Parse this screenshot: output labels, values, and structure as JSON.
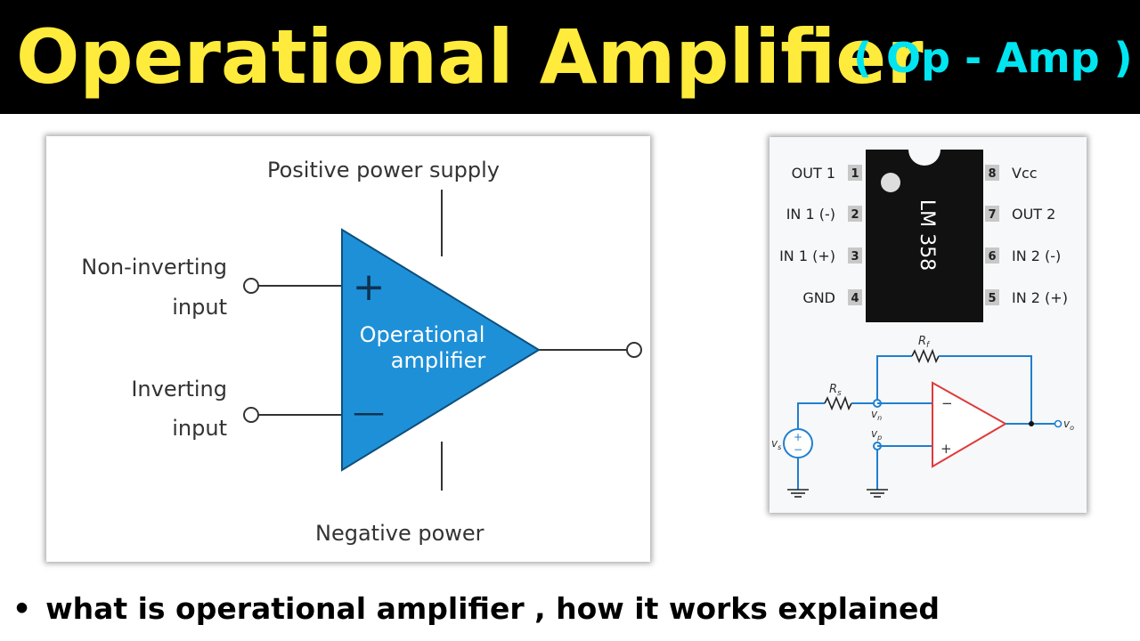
{
  "header": {
    "title": "Operational Amplifier",
    "subtitle": "( Op - Amp )",
    "title_color": "#ffeb3b",
    "subtitle_color": "#00e5f0",
    "background": "#000000"
  },
  "opamp_diagram": {
    "positive_supply_label": "Positive power supply",
    "negative_supply_label": "Negative power",
    "non_inverting_label_line1": "Non-inverting",
    "non_inverting_label_line2": "input",
    "inverting_label_line1": "Inverting",
    "inverting_label_line2": "input",
    "amp_label_line1": "Operational",
    "amp_label_line2": "amplifier",
    "plus_sign": "+",
    "minus_sign": "—",
    "triangle_color": "#1e90d8"
  },
  "ic_pinout": {
    "chip_label": "LM 358",
    "left_pins": [
      {
        "number": "1",
        "name": "OUT 1"
      },
      {
        "number": "2",
        "name": "IN 1 (-)"
      },
      {
        "number": "3",
        "name": "IN 1 (+)"
      },
      {
        "number": "4",
        "name": "GND"
      }
    ],
    "right_pins": [
      {
        "number": "8",
        "name": "Vcc"
      },
      {
        "number": "7",
        "name": "OUT 2"
      },
      {
        "number": "6",
        "name": "IN 2 (-)"
      },
      {
        "number": "5",
        "name": "IN 2 (+)"
      }
    ]
  },
  "circuit": {
    "rf_label": "R",
    "rf_sub": "f",
    "rs_label": "R",
    "rs_sub": "s",
    "vn_label": "v",
    "vn_sub": "n",
    "vp_label": "v",
    "vp_sub": "p",
    "vs_label": "v",
    "vs_sub": "s",
    "vo_label": "v",
    "vo_sub": "o",
    "minus_sign": "−",
    "plus_sign": "+",
    "wire_color": "#1f7fd0",
    "amp_color": "#e03a3a"
  },
  "caption": {
    "bullet": "•",
    "text": "what is operational amplifier , how it works explained"
  }
}
